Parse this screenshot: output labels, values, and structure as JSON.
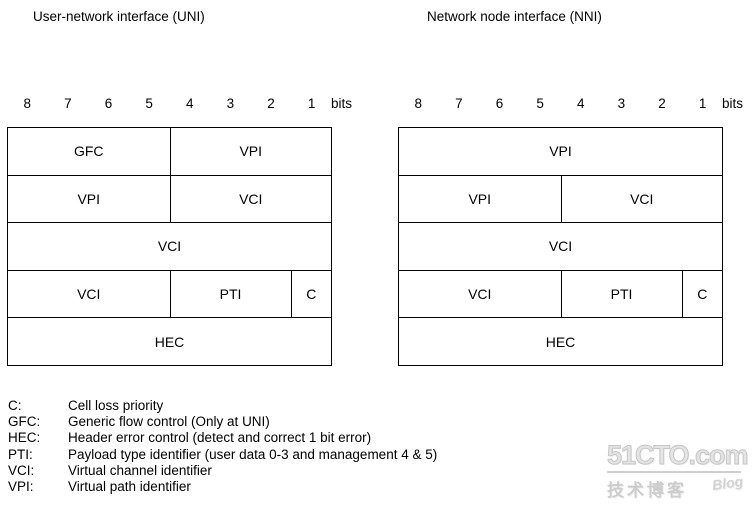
{
  "titles": {
    "uni": "User-network interface (UNI)",
    "nni": "Network node interface (NNI)"
  },
  "bits": {
    "numbers": [
      "8",
      "7",
      "6",
      "5",
      "4",
      "3",
      "2",
      "1"
    ],
    "label": "bits"
  },
  "uni_table": {
    "rows": [
      {
        "cells": [
          {
            "label": "GFC",
            "bits": 4
          },
          {
            "label": "VPI",
            "bits": 4
          }
        ]
      },
      {
        "cells": [
          {
            "label": "VPI",
            "bits": 4
          },
          {
            "label": "VCI",
            "bits": 4
          }
        ]
      },
      {
        "cells": [
          {
            "label": "VCI",
            "bits": 8
          }
        ]
      },
      {
        "cells": [
          {
            "label": "VCI",
            "bits": 4
          },
          {
            "label": "PTI",
            "bits": 3
          },
          {
            "label": "C",
            "bits": 1
          }
        ]
      },
      {
        "cells": [
          {
            "label": "HEC",
            "bits": 8
          }
        ]
      }
    ]
  },
  "nni_table": {
    "rows": [
      {
        "cells": [
          {
            "label": "VPI",
            "bits": 8
          }
        ]
      },
      {
        "cells": [
          {
            "label": "VPI",
            "bits": 4
          },
          {
            "label": "VCI",
            "bits": 4
          }
        ]
      },
      {
        "cells": [
          {
            "label": "VCI",
            "bits": 8
          }
        ]
      },
      {
        "cells": [
          {
            "label": "VCI",
            "bits": 4
          },
          {
            "label": "PTI",
            "bits": 3
          },
          {
            "label": "C",
            "bits": 1
          }
        ]
      },
      {
        "cells": [
          {
            "label": "HEC",
            "bits": 8
          }
        ]
      }
    ]
  },
  "legend": {
    "items": [
      {
        "term": "C:",
        "definition": "Cell loss priority"
      },
      {
        "term": "GFC:",
        "definition": "Generic flow control (Only at UNI)"
      },
      {
        "term": "HEC:",
        "definition": "Header error control (detect and correct 1 bit error)"
      },
      {
        "term": "PTI:",
        "definition": "Payload type identifier (user data 0-3 and management 4 & 5)"
      },
      {
        "term": "VCI:",
        "definition": "Virtual channel identifier"
      },
      {
        "term": "VPI:",
        "definition": "Virtual path identifier"
      }
    ]
  },
  "watermark": {
    "logo": "51CTO.com",
    "subtitle_cn": "技术博客",
    "blog": "Blog"
  },
  "colors": {
    "text": "#000000",
    "border": "#000000",
    "background": "#ffffff",
    "watermark_gray": "#cccccc"
  }
}
